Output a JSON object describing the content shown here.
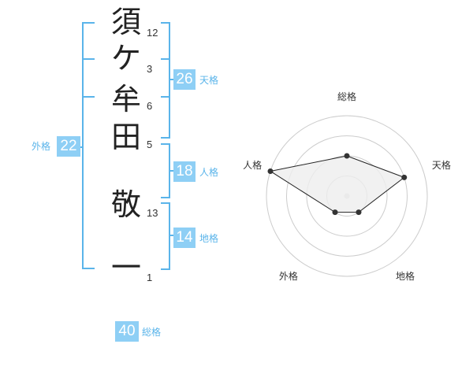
{
  "name": {
    "characters": [
      "須",
      "ケ",
      "牟",
      "田",
      "敬",
      "一"
    ],
    "strokes": [
      "12",
      "3",
      "6",
      "5",
      "13",
      "1"
    ]
  },
  "fortunes": {
    "tenkaku": {
      "value": "26",
      "label": "天格"
    },
    "jinkaku": {
      "value": "18",
      "label": "人格"
    },
    "chikaku": {
      "value": "14",
      "label": "地格"
    },
    "gaikaku": {
      "value": "22",
      "label": "外格"
    },
    "soukaku": {
      "value": "40",
      "label": "総格"
    }
  },
  "chart_data": {
    "type": "radar",
    "axes": [
      "総格",
      "天格",
      "地格",
      "外格",
      "人格"
    ],
    "values": [
      2,
      3,
      1,
      1,
      4
    ],
    "rings": 4,
    "max": 4,
    "colors": {
      "fill": "#eeeeee",
      "line": "#222222",
      "grid": "#cccccc",
      "center": "#dddddd"
    }
  },
  "colors": {
    "accent": "#5ab4ea",
    "badge": "#8ecff5"
  }
}
